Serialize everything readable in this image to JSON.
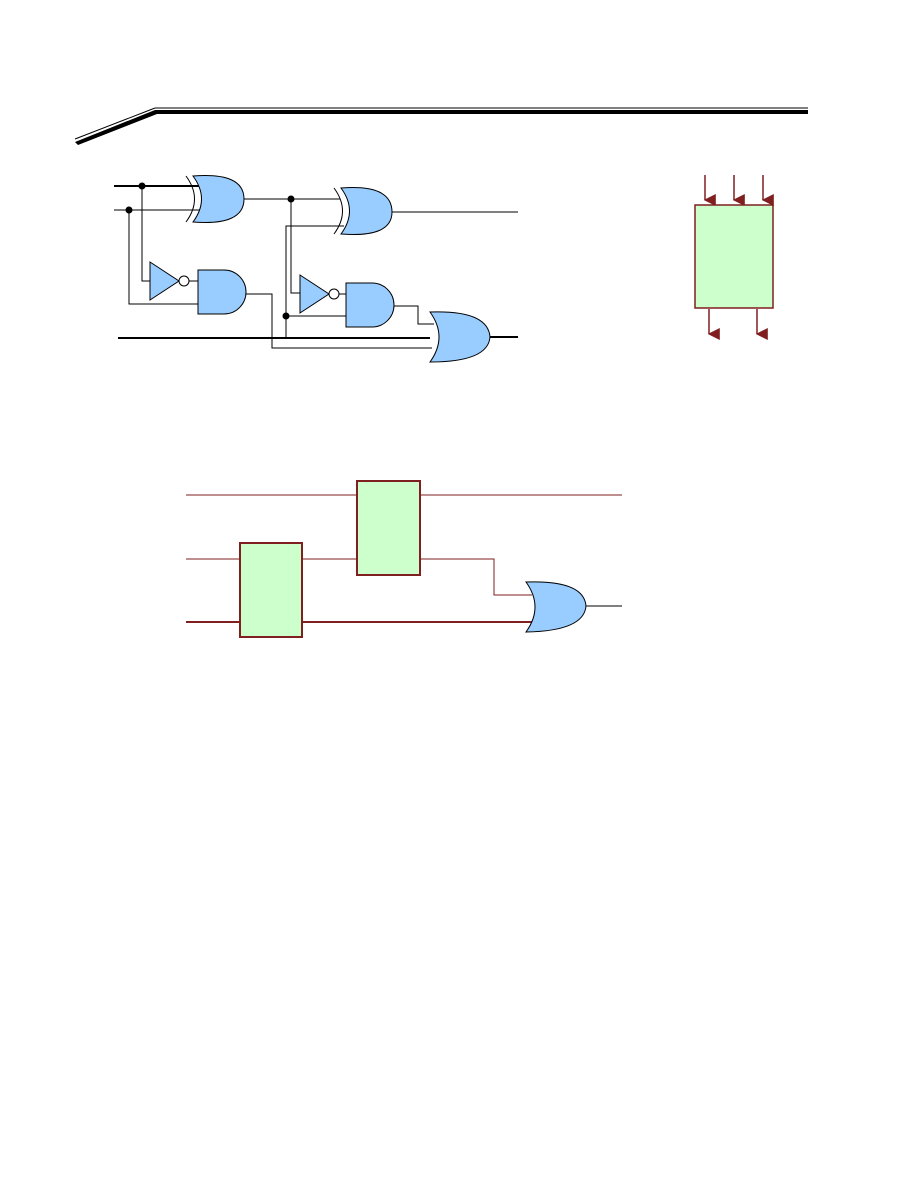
{
  "page": {
    "header_rule": "decorative-slanted-rule",
    "colors": {
      "gate_fill": "#99CCFF",
      "block_fill": "#CCFFCC",
      "block_border": "#7F1F1F",
      "wire_dark": "#000000",
      "wire_red": "#7F1F1F"
    }
  },
  "gate_circuit": {
    "gates": [
      {
        "name": "xor-gate-1",
        "kind": "xor"
      },
      {
        "name": "xor-gate-2",
        "kind": "xor"
      },
      {
        "name": "not-gate-1",
        "kind": "not"
      },
      {
        "name": "not-gate-2",
        "kind": "not"
      },
      {
        "name": "and-gate-1",
        "kind": "and"
      },
      {
        "name": "and-gate-2",
        "kind": "and"
      },
      {
        "name": "or-gate-1",
        "kind": "or"
      }
    ]
  },
  "block_symbol": {
    "inputs": 3,
    "outputs": 2
  },
  "block_circuit": {
    "blocks": 2,
    "gates": [
      {
        "name": "or-gate-2",
        "kind": "or"
      }
    ]
  }
}
